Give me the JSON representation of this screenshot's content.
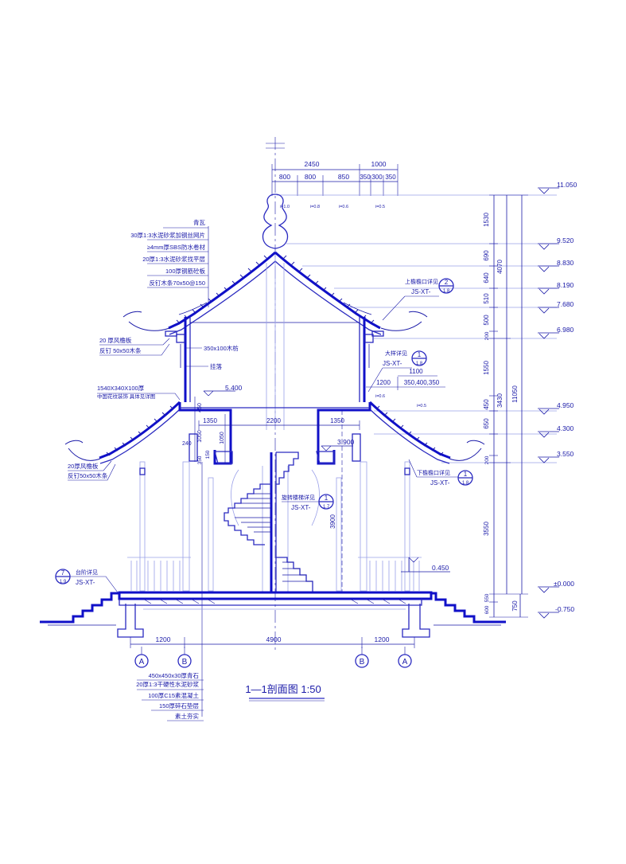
{
  "drawing": {
    "title": "1—1剖面图 1:50",
    "top_dims": {
      "total": "2450",
      "right_total": "1000",
      "segments": [
        "800",
        "800",
        "850",
        "350",
        "300",
        "350"
      ],
      "slopes": [
        "i=1.0",
        "i=0.8",
        "i=0.6",
        "i=0.5"
      ]
    },
    "elevations": [
      "11.050",
      "9.520",
      "8.830",
      "8.190",
      "7.680",
      "6.980",
      "4.950",
      "4.300",
      "3.550",
      "±0.000",
      "-0.750"
    ],
    "right_dims": {
      "inner": [
        "1530",
        "690",
        "640",
        "510",
        "500",
        "200",
        "1550",
        "450",
        "650",
        "200",
        "3550",
        "550",
        "600"
      ],
      "middle": [
        "4070",
        "3430"
      ],
      "outer": [
        "11050"
      ],
      "bottom": [
        "750"
      ]
    },
    "upper_roof_notes": [
      "青瓦",
      "30厚1:3水泥砂浆加钢丝网片",
      "≥4mm厚SBS防水卷材",
      "20厚1:3水泥砂浆找平层",
      "100厚钢筋砼板",
      "反钉木条70x50@150"
    ],
    "left_notes": [
      "20 厚风檐板",
      "反钉 50x50木条",
      "350x100木枋",
      "挂落",
      "1540X340X100厚",
      "中国花纹装饰 具体见详图"
    ],
    "lower_roof_notes": [
      "20厚风檐板",
      "反钉50x50木条"
    ],
    "mid_dims": [
      "1350",
      "2200",
      "1350",
      "1050",
      "1050",
      "240",
      "450",
      "350",
      "150",
      "1100",
      "1200",
      "350,400,350",
      "i=0.6",
      "i=0.5",
      "3900"
    ],
    "level_labels": [
      "5.400",
      "3.900",
      "0.450"
    ],
    "detail_refs": [
      {
        "label": "上檐檐口详见",
        "code": "JS-XT-",
        "num": "2",
        "sheet": "1.8"
      },
      {
        "label": "大样详见",
        "code": "JS-XT-",
        "num": "1",
        "sheet": "1.8"
      },
      {
        "label": "下檐檐口详见",
        "code": "JS-XT-",
        "num": "1",
        "sheet": "1.8"
      },
      {
        "label": "旋转楼梯详见",
        "code": "JS-XT-",
        "num": "1",
        "sheet": "1.7"
      },
      {
        "label": "台阶详见",
        "code": "JS-XT-",
        "num": "7",
        "sheet": "1.9"
      }
    ],
    "bottom_dims": [
      "1200",
      "4900",
      "1200"
    ],
    "axes": [
      "A",
      "B",
      "B",
      "A"
    ],
    "foundation_notes": [
      "450x450x30厚青石",
      "20厚1:3干硬性水泥砂浆",
      "100厚C15素混凝土",
      "150厚碎石垫层",
      "素土夯实"
    ]
  }
}
